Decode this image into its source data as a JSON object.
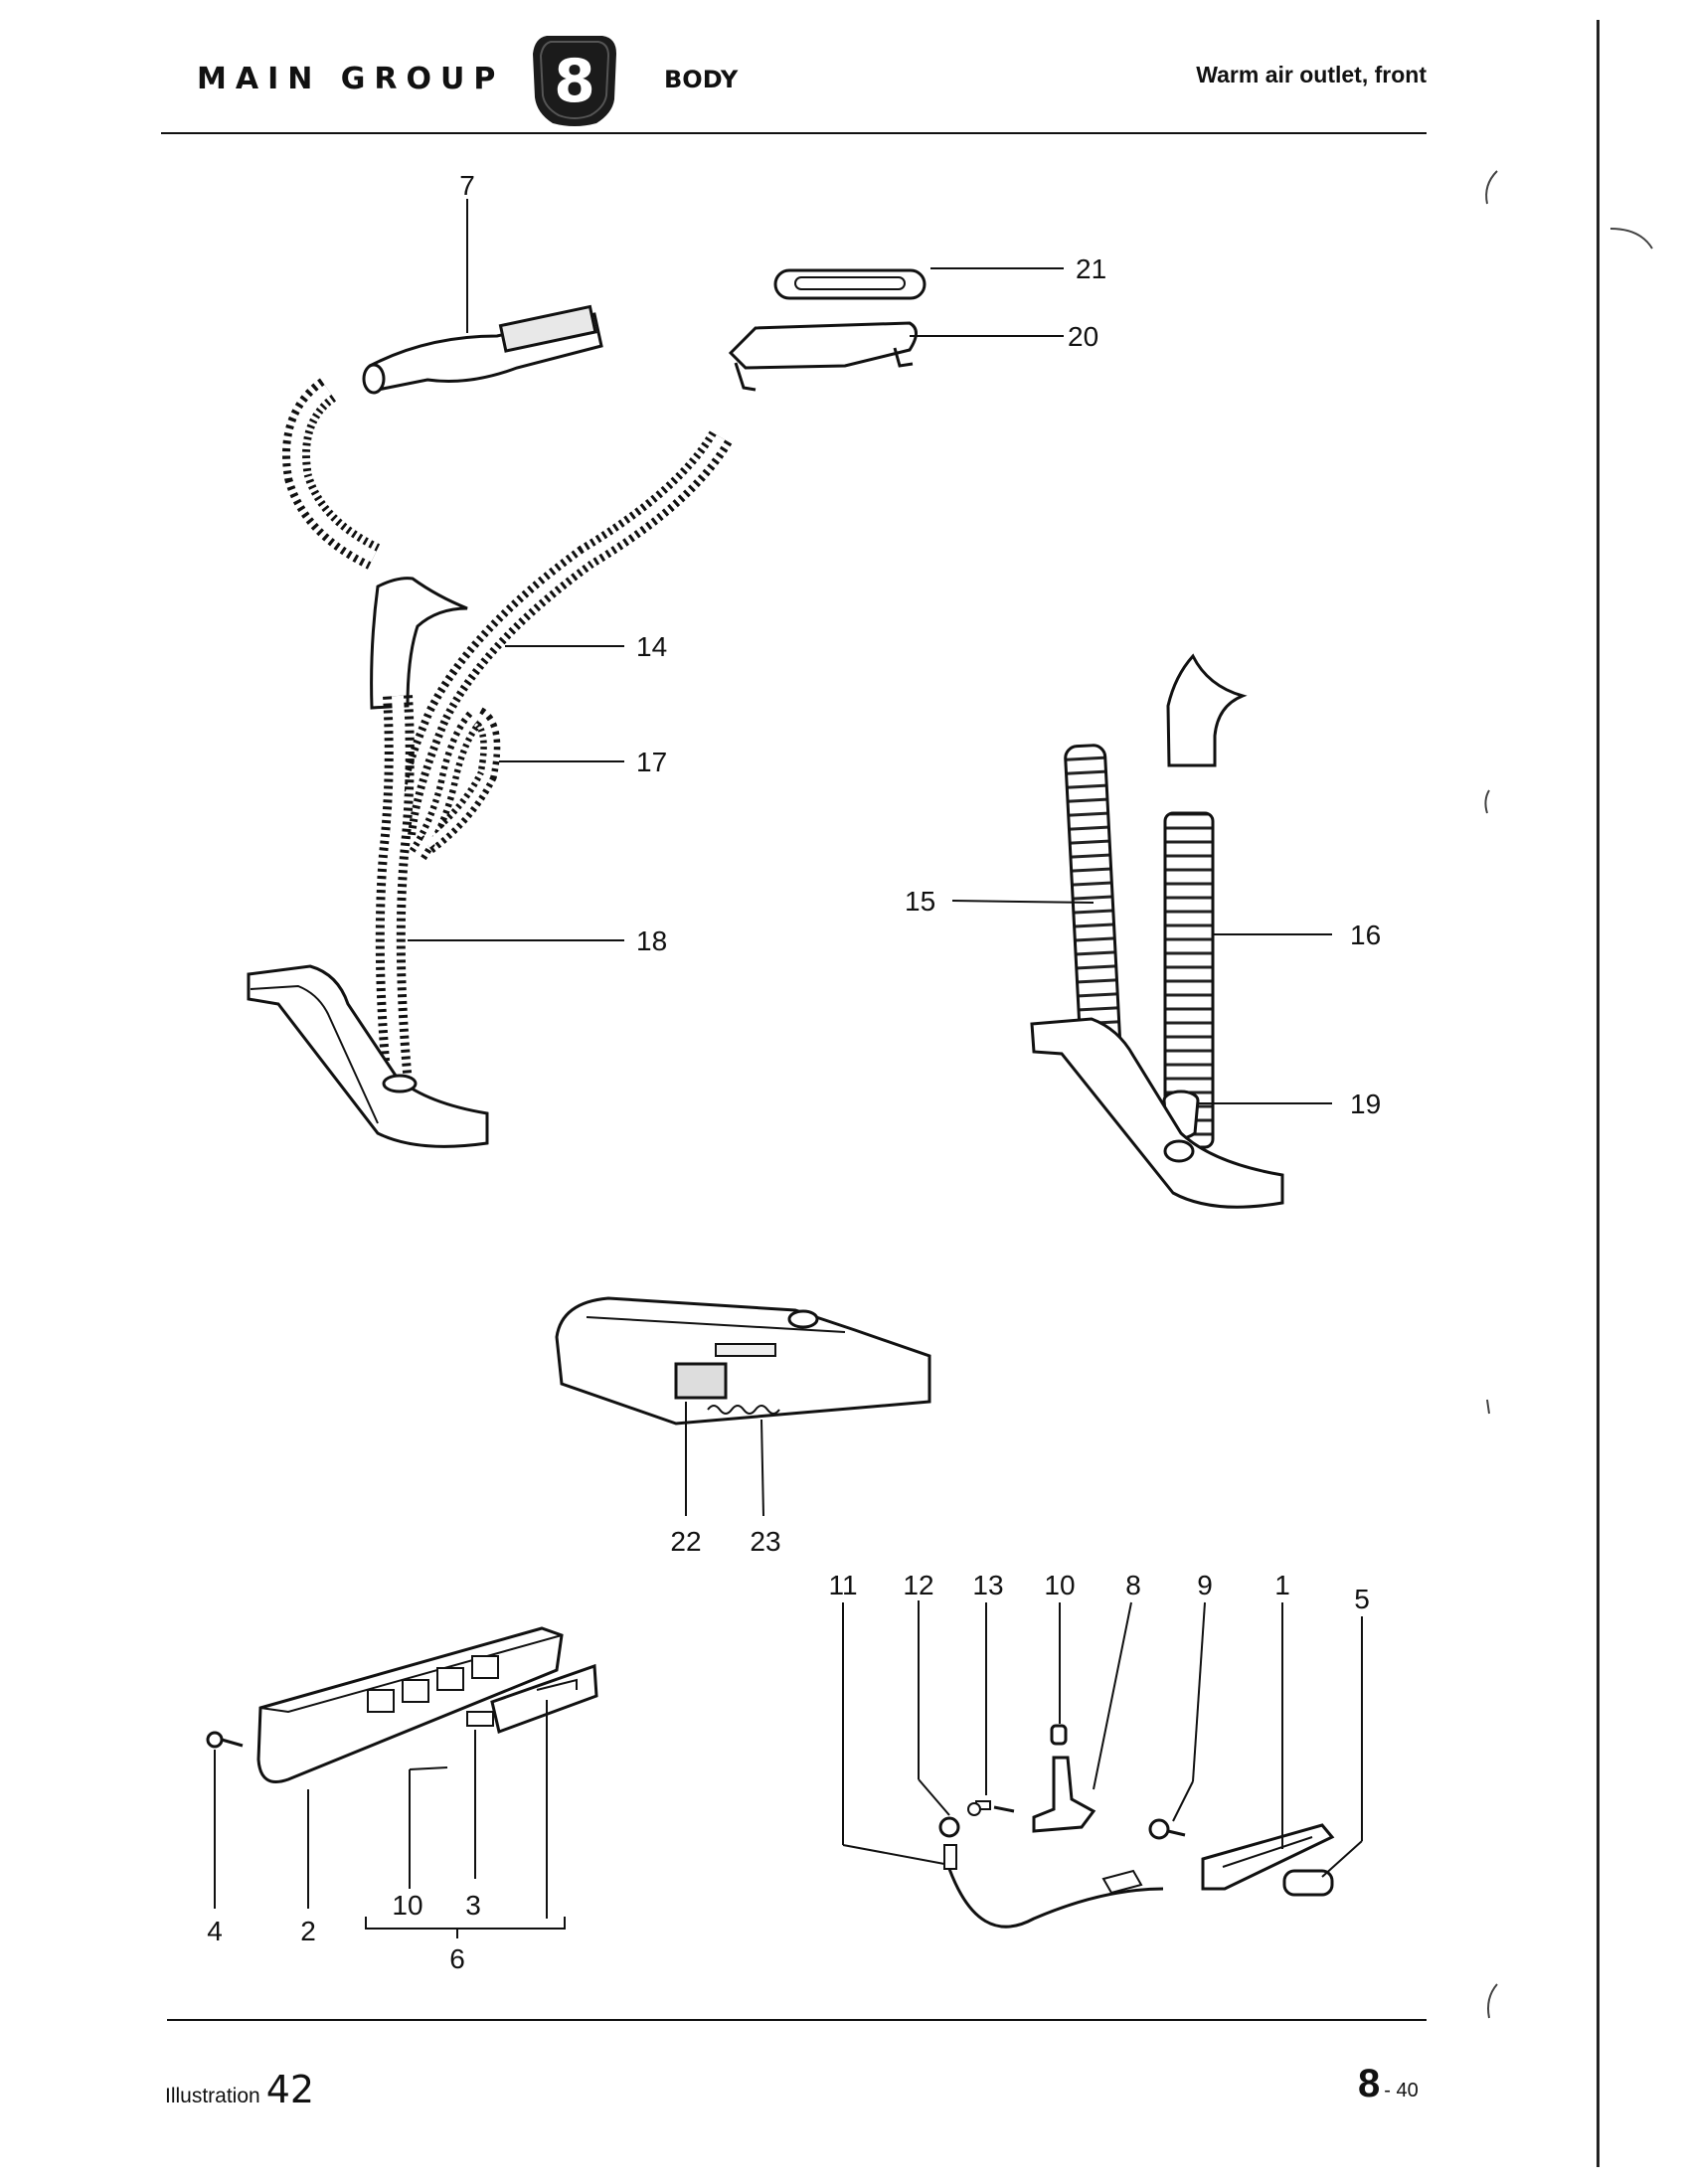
{
  "header": {
    "group_label": "MAIN GROUP",
    "group_number": "8",
    "section": "BODY",
    "title": "Warm air outlet, front"
  },
  "footer": {
    "illustration_label": "Illustration",
    "illustration_number": "42",
    "page_main": "8",
    "page_sub": "- 40"
  },
  "callouts": {
    "c7": "7",
    "c21": "21",
    "c20": "20",
    "c14": "14",
    "c17": "17",
    "c18": "18",
    "c15": "15",
    "c16": "16",
    "c19": "19",
    "c22": "22",
    "c23": "23",
    "c11": "11",
    "c12": "12",
    "c13": "13",
    "c10a": "10",
    "c8": "8",
    "c9": "9",
    "c1": "1",
    "c5": "5",
    "c4": "4",
    "c2": "2",
    "c10b": "10",
    "c3": "3",
    "c6": "6"
  }
}
